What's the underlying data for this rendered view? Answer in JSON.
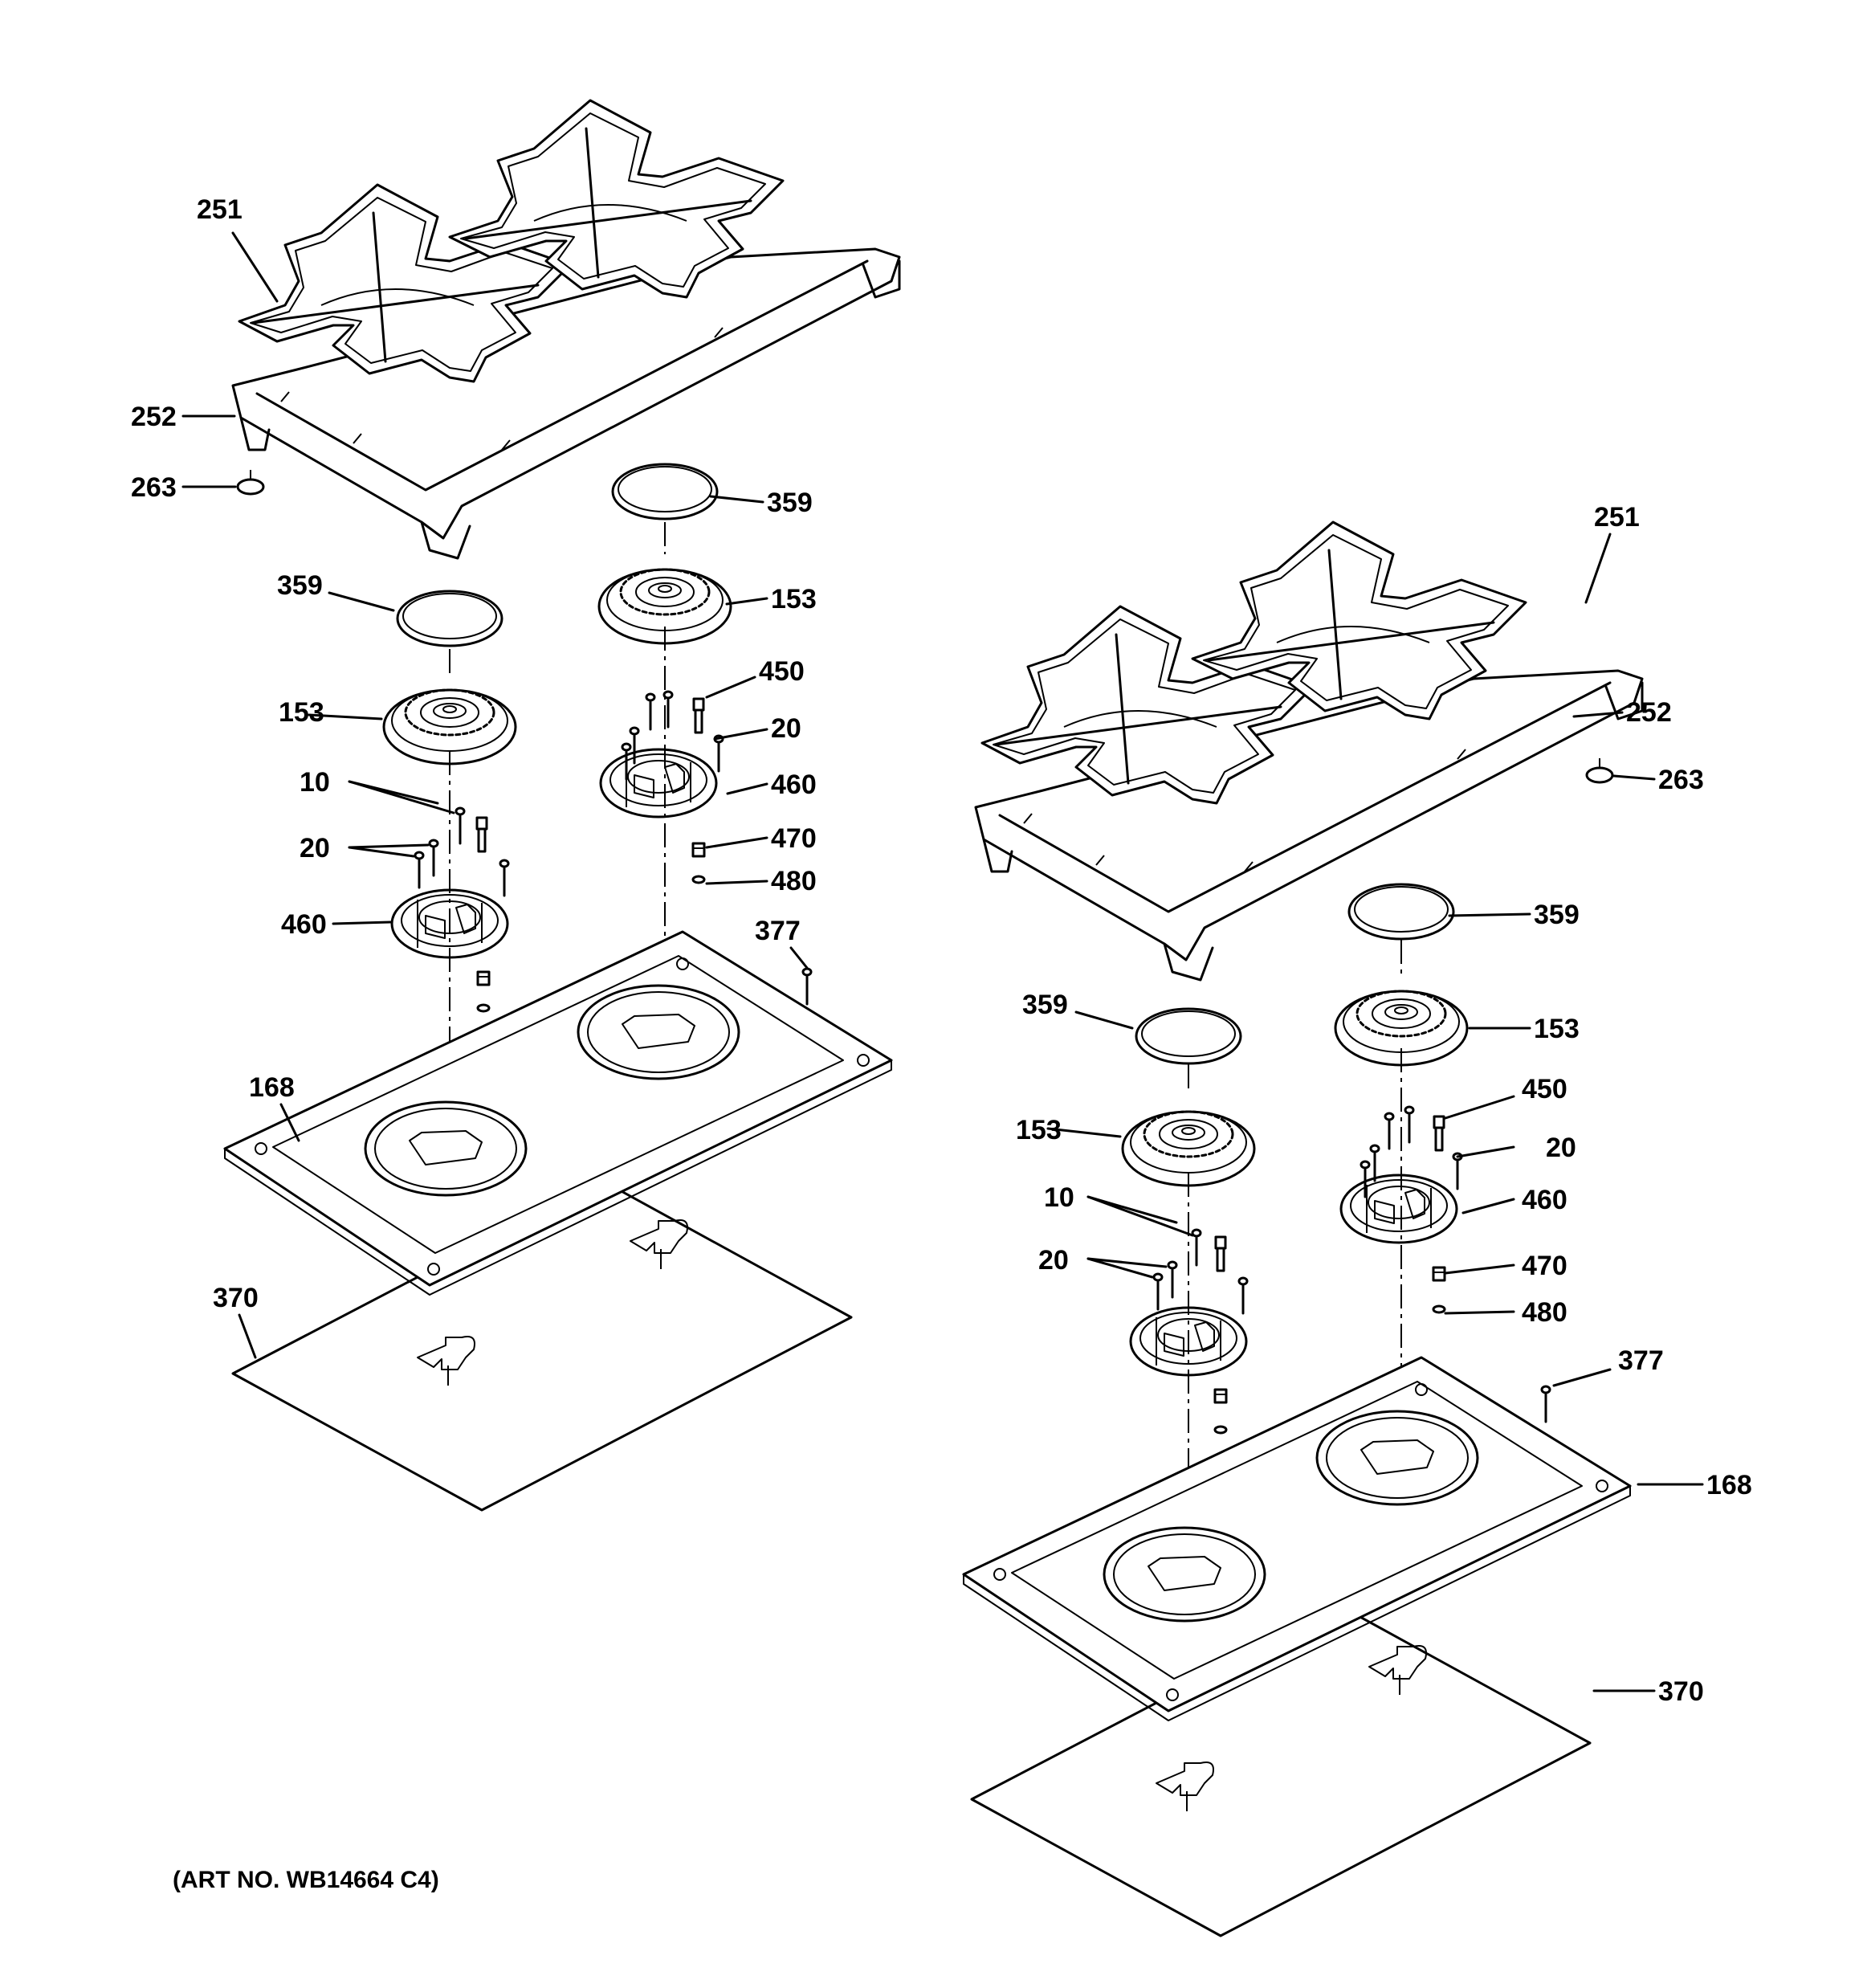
{
  "art_number": "(ART NO. WB14664 C4)",
  "assemblies": [
    {
      "id": "left",
      "labels": [
        {
          "id": "251",
          "text": "251"
        },
        {
          "id": "252",
          "text": "252"
        },
        {
          "id": "263",
          "text": "263"
        },
        {
          "id": "359a",
          "text": "359"
        },
        {
          "id": "153a",
          "text": "153"
        },
        {
          "id": "359b",
          "text": "359"
        },
        {
          "id": "153b",
          "text": "153"
        },
        {
          "id": "450",
          "text": "450"
        },
        {
          "id": "20a",
          "text": "20"
        },
        {
          "id": "460a",
          "text": "460"
        },
        {
          "id": "10",
          "text": "10"
        },
        {
          "id": "20b",
          "text": "20"
        },
        {
          "id": "460b",
          "text": "460"
        },
        {
          "id": "470",
          "text": "470"
        },
        {
          "id": "480",
          "text": "480"
        },
        {
          "id": "377",
          "text": "377"
        },
        {
          "id": "168",
          "text": "168"
        },
        {
          "id": "370",
          "text": "370"
        }
      ]
    },
    {
      "id": "right",
      "labels": [
        {
          "id": "251",
          "text": "251"
        },
        {
          "id": "252",
          "text": "252"
        },
        {
          "id": "263",
          "text": "263"
        },
        {
          "id": "359a",
          "text": "359"
        },
        {
          "id": "153a",
          "text": "153"
        },
        {
          "id": "359b",
          "text": "359"
        },
        {
          "id": "153b",
          "text": "153"
        },
        {
          "id": "450",
          "text": "450"
        },
        {
          "id": "20a",
          "text": "20"
        },
        {
          "id": "460",
          "text": "460"
        },
        {
          "id": "10",
          "text": "10"
        },
        {
          "id": "20b",
          "text": "20"
        },
        {
          "id": "470",
          "text": "470"
        },
        {
          "id": "480",
          "text": "480"
        },
        {
          "id": "377",
          "text": "377"
        },
        {
          "id": "168",
          "text": "168"
        },
        {
          "id": "370",
          "text": "370"
        }
      ]
    }
  ]
}
